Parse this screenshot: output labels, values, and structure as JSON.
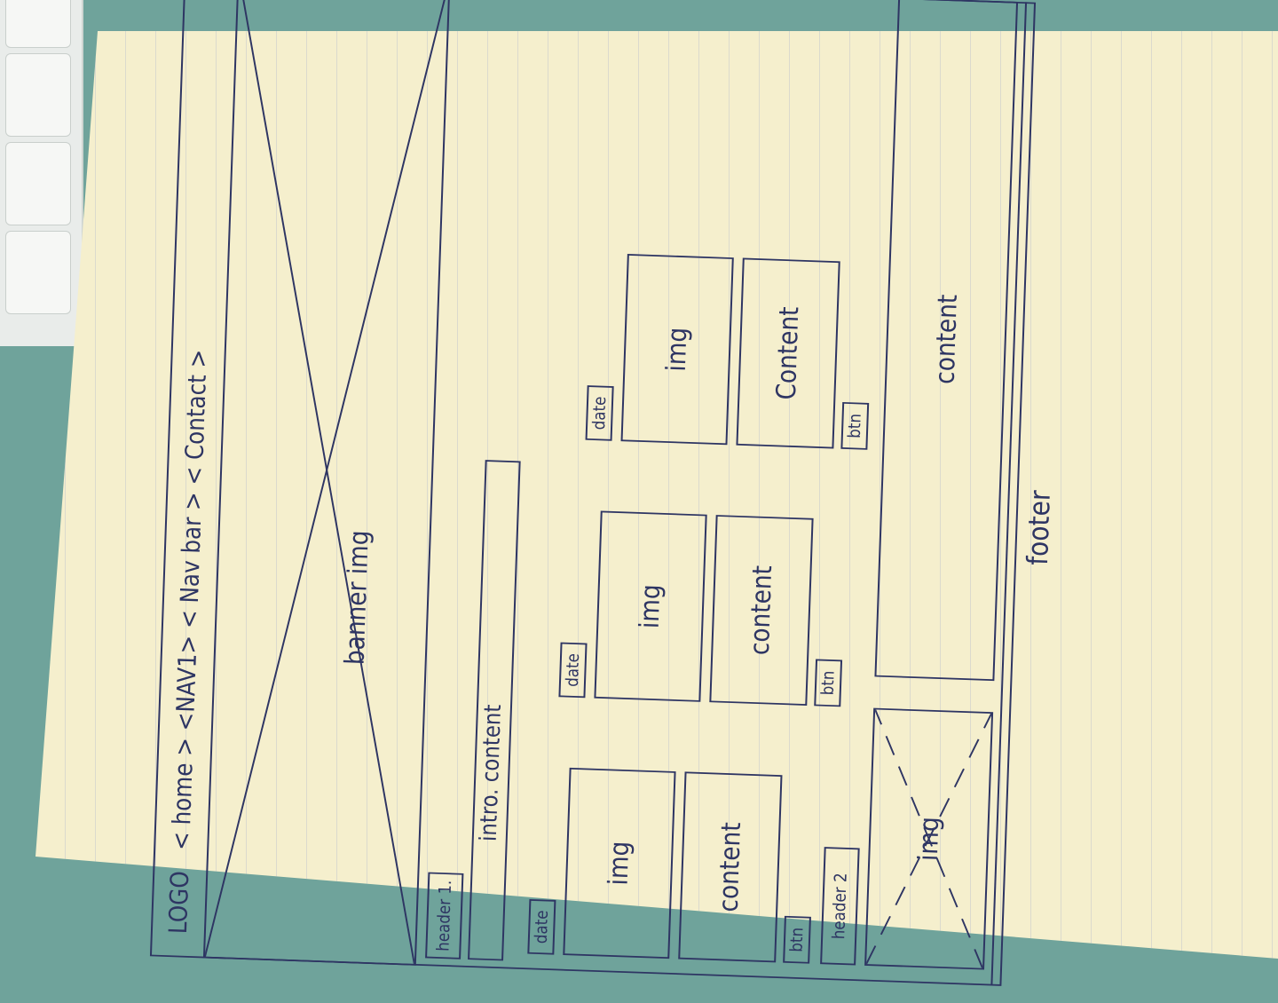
{
  "nav": {
    "logo": "LOGO",
    "items": [
      "< home >",
      "<NAV1>",
      "< Nav bar >",
      "< Contact >"
    ]
  },
  "banner": {
    "label": "banner  img"
  },
  "section1": {
    "header": "header 1.",
    "intro": "intro. content",
    "cards": [
      {
        "date": "date",
        "img": "img",
        "content": "content",
        "btn": "btn"
      },
      {
        "date": "date",
        "img": "img",
        "content": "content",
        "btn": "btn"
      },
      {
        "date": "date",
        "img": "img",
        "content": "Content",
        "btn": "btn"
      }
    ]
  },
  "section2": {
    "header": "header 2",
    "img": "img",
    "content": "content"
  },
  "footer": {
    "label": "footer"
  },
  "colors": {
    "ink": "#2e3563",
    "paper": "#f5efcd",
    "desk": "#6fa39b"
  }
}
